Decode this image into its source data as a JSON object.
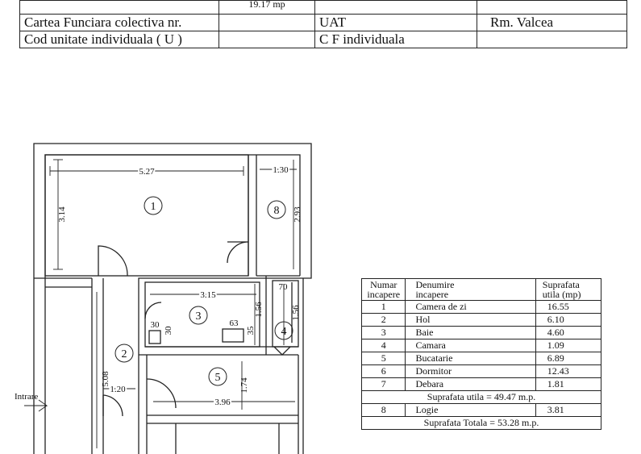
{
  "header": {
    "top_fragment": "19.17 mp",
    "rows": [
      {
        "label": "Cartea Funciara colectiva nr.",
        "field": "UAT",
        "field_value": "Rm. Valcea"
      },
      {
        "label": "Cod unitate individuala ( U )",
        "field": "C F individuala",
        "field_value": ""
      }
    ]
  },
  "plan": {
    "dimensions": {
      "room1_width": "5.27",
      "room1_height": "3.14",
      "room8_width": "1.30",
      "room8_height": "2.93",
      "room3_width": "3.15",
      "room3_height": "1.56",
      "room4_width": "70",
      "room4_height": "1.56",
      "fixture_a": "30",
      "fixture_b": "30",
      "fixture_c": "63",
      "fixture_d": "35",
      "hall_height": "5.08",
      "hall_width": "1.20",
      "room5_height": "1.74",
      "room5_width": "3.96"
    },
    "room_numbers": [
      "1",
      "2",
      "3",
      "4",
      "5",
      "8"
    ],
    "entrance_label": "Intrare"
  },
  "area_table": {
    "headers": {
      "number": [
        "Numar",
        "incapere"
      ],
      "name": [
        "Denumire",
        "incapere"
      ],
      "area": [
        "Suprafata",
        "utila (mp)"
      ]
    },
    "rows": [
      {
        "num": "1",
        "name": "Camera de zi",
        "area": "16.55"
      },
      {
        "num": "2",
        "name": "Hol",
        "area": "6.10"
      },
      {
        "num": "3",
        "name": "Baie",
        "area": "4.60"
      },
      {
        "num": "4",
        "name": "Camara",
        "area": "1.09"
      },
      {
        "num": "5",
        "name": "Bucatarie",
        "area": "6.89"
      },
      {
        "num": "6",
        "name": "Dormitor",
        "area": "12.43"
      },
      {
        "num": "7",
        "name": "Debara",
        "area": "1.81"
      }
    ],
    "subtotal": "Suprafata utila = 49.47 m.p.",
    "extra_row": {
      "num": "8",
      "name": "Logie",
      "area": "3.81"
    },
    "total": "Suprafata Totala = 53.28 m.p."
  }
}
